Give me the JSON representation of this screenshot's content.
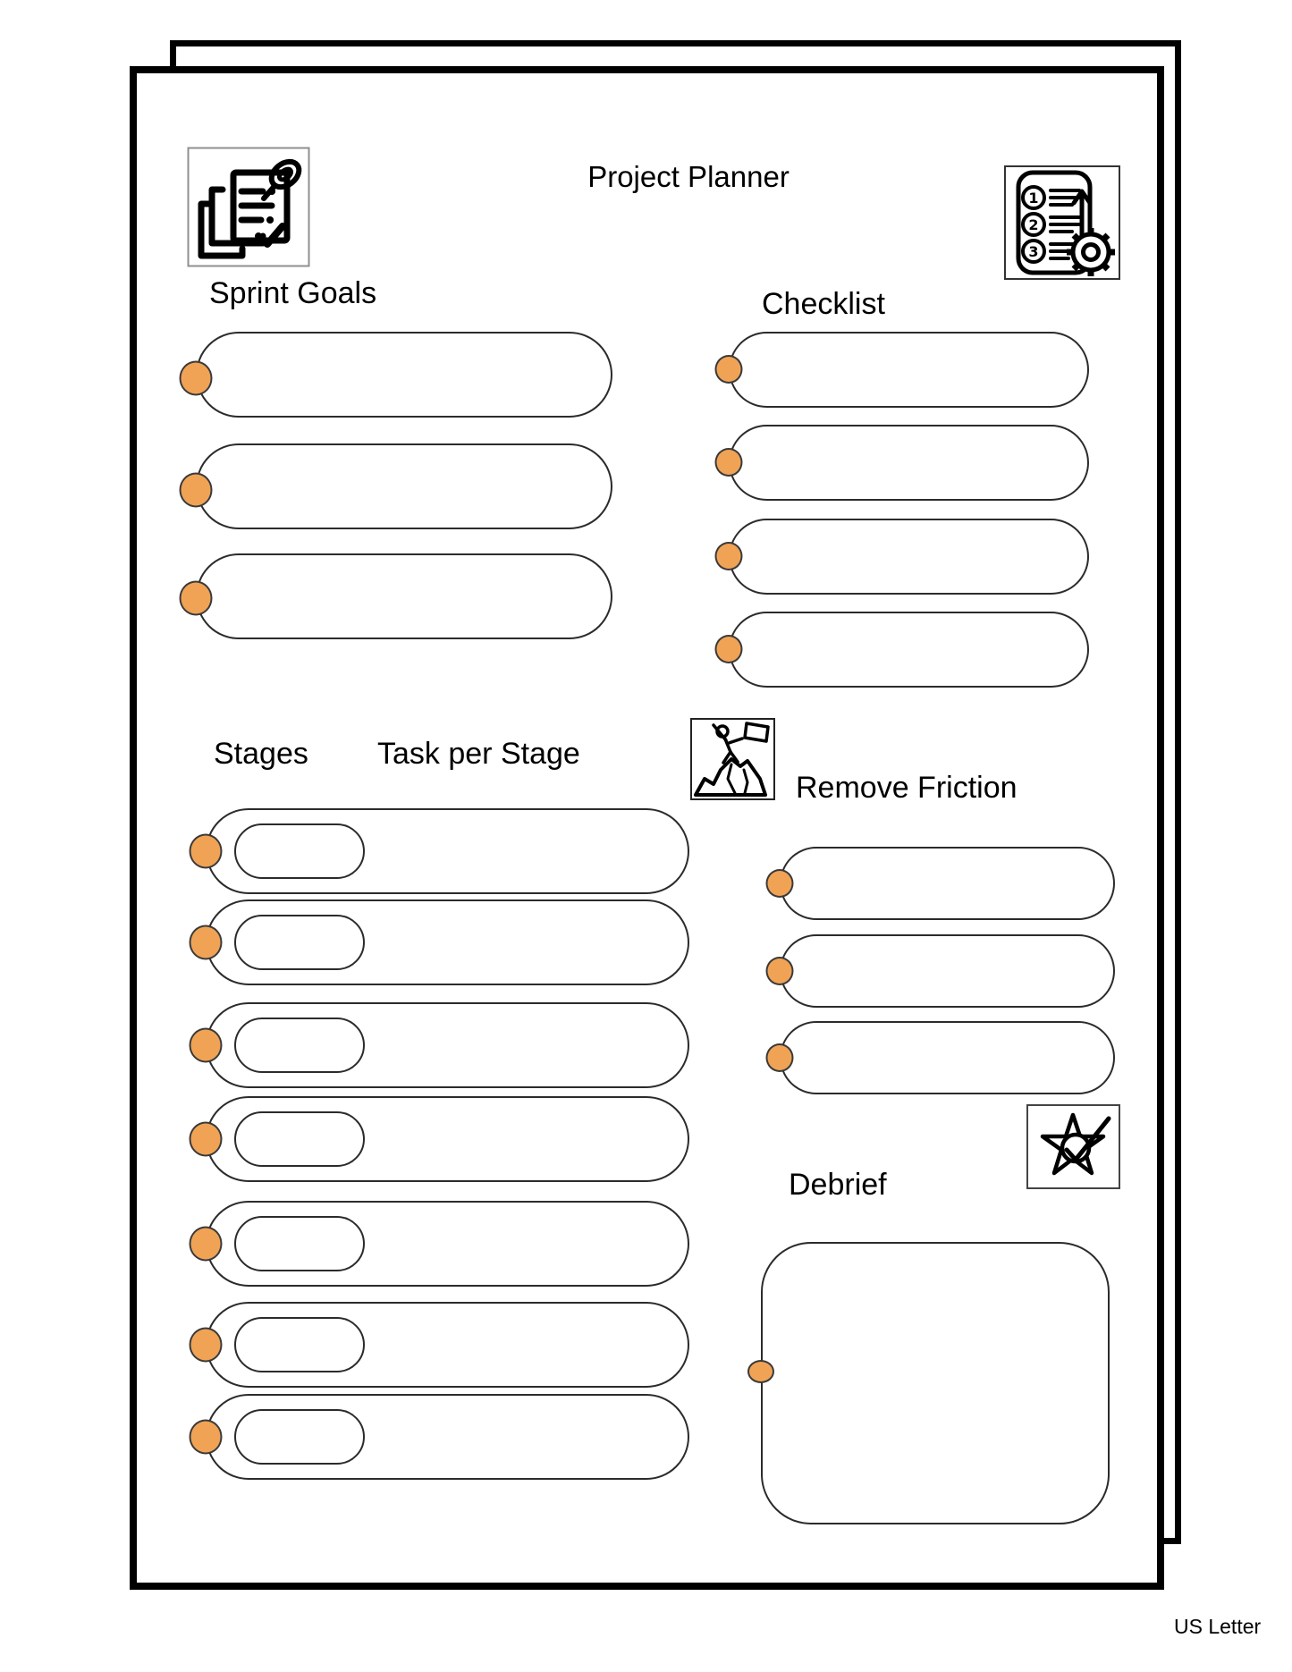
{
  "page": {
    "title": "Project Planner",
    "paper_size_label": "US Letter"
  },
  "sections": {
    "sprint_goals": {
      "label": "Sprint Goals",
      "fields": [
        "",
        "",
        ""
      ]
    },
    "checklist": {
      "label": "Checklist",
      "fields": [
        "",
        "",
        "",
        ""
      ]
    },
    "stages": {
      "stages_label": "Stages",
      "tasks_label": "Task per Stage",
      "rows": [
        {
          "stage": "",
          "task": ""
        },
        {
          "stage": "",
          "task": ""
        },
        {
          "stage": "",
          "task": ""
        },
        {
          "stage": "",
          "task": ""
        },
        {
          "stage": "",
          "task": ""
        },
        {
          "stage": "",
          "task": ""
        },
        {
          "stage": "",
          "task": ""
        }
      ]
    },
    "remove_friction": {
      "label": "Remove Friction",
      "fields": [
        "",
        "",
        ""
      ]
    },
    "debrief": {
      "label": "Debrief",
      "notes": ""
    }
  },
  "icons": {
    "header_left": "pinned-notes-with-checkmark",
    "header_right": "numbered-list-with-gear",
    "list_numbers": [
      "1",
      "2",
      "3"
    ],
    "stages_section": "climber-with-flag-on-mountain",
    "debrief_section": "star-with-checkmark"
  },
  "colors": {
    "bullet_fill": "#F0A355",
    "bullet_stroke": "#3A3A3A",
    "field_outline": "#2B2B2B",
    "page_border": "#000000",
    "paper": "#FFFFFF"
  }
}
